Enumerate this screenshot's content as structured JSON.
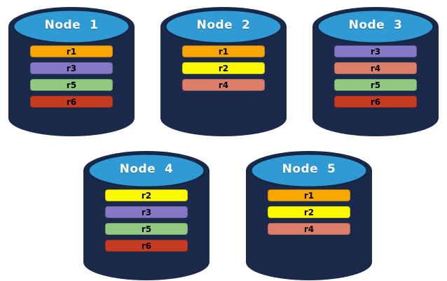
{
  "diagram": {
    "description": "Database nodes with replica placement",
    "palette": {
      "background": "#FFFFFF",
      "cylinder_body": "#1B2A4B",
      "cylinder_top": "#2F9AD3",
      "cylinder_top_outline": "#152743",
      "title_text": "#FFFFFF",
      "bar_text": "#000000"
    },
    "replica_colors": {
      "r1": "#F9A602",
      "r2": "#FBF800",
      "r3": "#8478C4",
      "r4": "#DD7E6B",
      "r5": "#90C97F",
      "r6": "#C53B22"
    },
    "rows": [
      [
        0,
        1,
        2
      ],
      [
        3,
        4
      ]
    ],
    "nodes": [
      {
        "label": "Node  1",
        "replicas": [
          {
            "label": "r1",
            "color": "#F9A602"
          },
          {
            "label": "r3",
            "color": "#8478C4"
          },
          {
            "label": "r5",
            "color": "#90C97F"
          },
          {
            "label": "r6",
            "color": "#C53B22"
          }
        ]
      },
      {
        "label": "Node  2",
        "replicas": [
          {
            "label": "r1",
            "color": "#F9A602"
          },
          {
            "label": "r2",
            "color": "#FBF800"
          },
          {
            "label": "r4",
            "color": "#DD7E6B"
          }
        ]
      },
      {
        "label": "Node  3",
        "replicas": [
          {
            "label": "r3",
            "color": "#8478C4"
          },
          {
            "label": "r4",
            "color": "#DD7E6B"
          },
          {
            "label": "r5",
            "color": "#90C97F"
          },
          {
            "label": "r6",
            "color": "#C53B22"
          }
        ]
      },
      {
        "label": "Node  4",
        "replicas": [
          {
            "label": "r2",
            "color": "#FBF800"
          },
          {
            "label": "r3",
            "color": "#8478C4"
          },
          {
            "label": "r5",
            "color": "#90C97F"
          },
          {
            "label": "r6",
            "color": "#C53B22"
          }
        ]
      },
      {
        "label": "Node  5",
        "replicas": [
          {
            "label": "r1",
            "color": "#F9A602"
          },
          {
            "label": "r2",
            "color": "#FBF800"
          },
          {
            "label": "r4",
            "color": "#DD7E6B"
          }
        ]
      }
    ]
  }
}
